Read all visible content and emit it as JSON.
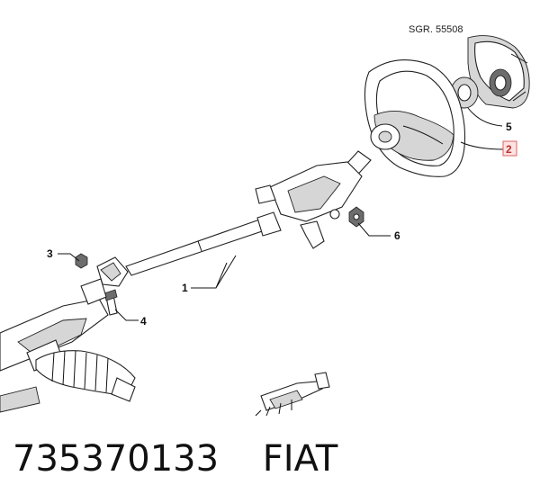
{
  "diagram": {
    "reference_code": "SGR. 55508",
    "callouts": [
      {
        "id": "1",
        "label": "1"
      },
      {
        "id": "2",
        "label": "2",
        "highlighted": true
      },
      {
        "id": "3",
        "label": "3"
      },
      {
        "id": "4",
        "label": "4"
      },
      {
        "id": "5",
        "label": "5"
      },
      {
        "id": "6",
        "label": "6"
      }
    ],
    "highlight_color": "#e06060"
  },
  "caption": {
    "part_number": "735370133",
    "brand": "FIAT"
  }
}
